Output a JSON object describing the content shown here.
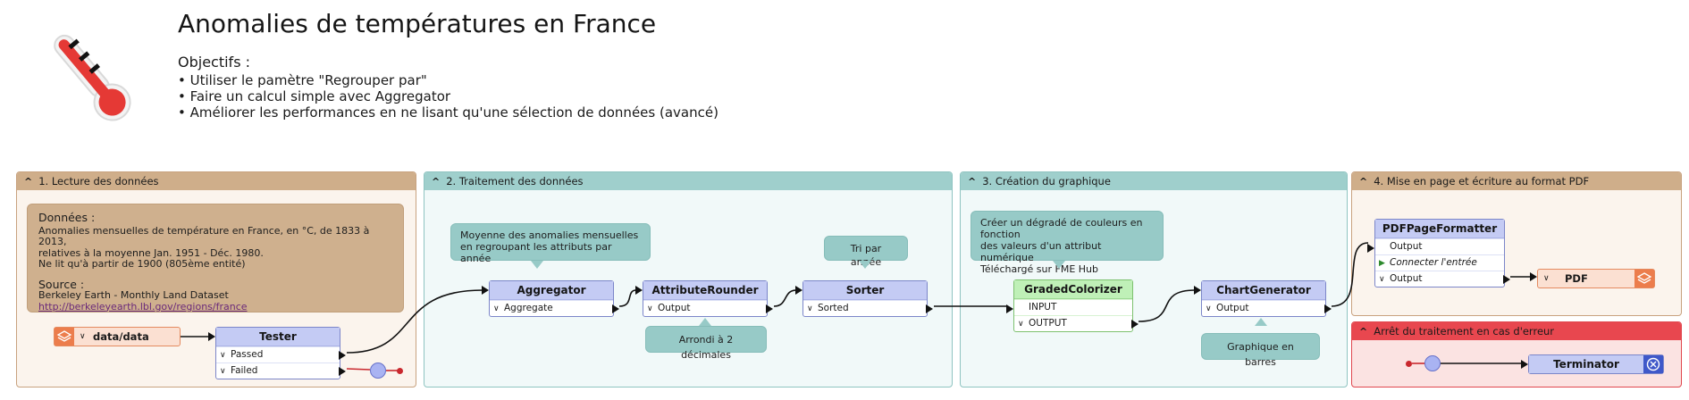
{
  "header": {
    "title": "Anomalies de températures en France",
    "objectives_heading": "Objectifs :",
    "objectives": [
      "• Utiliser le pamètre \"Regrouper par\"",
      "• Faire un calcul simple avec Aggregator",
      "• Améliorer les performances en ne lisant qu'une sélection de données (avancé)"
    ]
  },
  "bookmarks": {
    "lecture": "1. Lecture des données",
    "traitement": "2. Traitement des données",
    "graphique": "3. Création du graphique",
    "pdf": "4. Mise en page et écriture au format PDF",
    "arret": "Arrêt du traitement en cas d'erreur"
  },
  "annotations": {
    "donnees": {
      "heading": "Données :",
      "line1": "Anomalies mensuelles de température en France, en °C, de 1833 à 2013,",
      "line2": "relatives à la moyenne Jan. 1951 - Déc. 1980.",
      "line3": "Ne lit qu'à partir de 1900 (805ème entité)",
      "source_heading": "Source :",
      "source_name": "Berkeley Earth - Monthly Land Dataset",
      "source_link": "http://berkeleyearth.lbl.gov/regions/france"
    },
    "aggregator_note_1": "Moyenne des anomalies mensuelles",
    "aggregator_note_2": "en regroupant les attributs par année",
    "sorter_note": "Tri par année",
    "rounder_note": "Arrondi à 2 décimales",
    "colorizer_note_1": "Créer un dégradé de couleurs en fonction",
    "colorizer_note_2": "des valeurs d'un attribut numérique",
    "colorizer_note_3": "Téléchargé sur FME Hub",
    "chart_note": "Graphique en barres"
  },
  "nodes": {
    "reader": "data/data",
    "tester": {
      "name": "Tester",
      "ports": [
        "Passed",
        "Failed"
      ]
    },
    "aggregator": {
      "name": "Aggregator",
      "ports": [
        "Aggregate"
      ]
    },
    "rounder": {
      "name": "AttributeRounder",
      "ports": [
        "Output"
      ]
    },
    "sorter": {
      "name": "Sorter",
      "ports": [
        "Sorted"
      ]
    },
    "colorizer": {
      "name": "GradedColorizer",
      "ports": [
        "INPUT",
        "OUTPUT"
      ]
    },
    "chart": {
      "name": "ChartGenerator",
      "ports": [
        "Output"
      ]
    },
    "pdfformatter": {
      "name": "PDFPageFormatter",
      "ports": [
        "Output",
        "Connecter l'entrée",
        "Output"
      ]
    },
    "writer": "PDF",
    "terminator": "Terminator"
  },
  "colors": {
    "tan_bookmark": "#cfae8a",
    "teal_bookmark": "#9fcfcc",
    "red_bookmark": "#e8474f",
    "transformer": "#c4cbf4",
    "green_transformer": "#bff0b7",
    "reader": "#ec7d4c"
  }
}
